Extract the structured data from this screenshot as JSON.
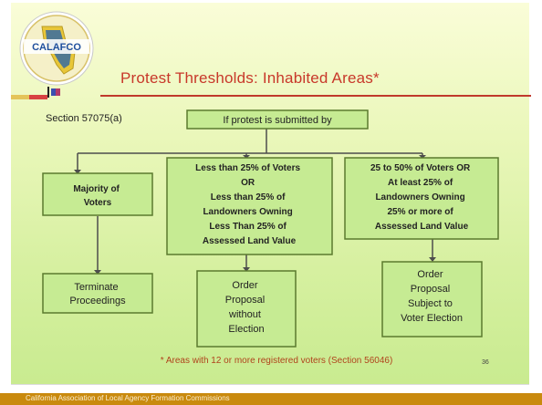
{
  "slide": {
    "title": "Protest Thresholds: Inhabited Areas*",
    "section_label": "Section 57075(a)",
    "top_box": "If protest is submitted by",
    "columns": [
      {
        "condition_lines": [
          "Majority of",
          "Voters"
        ],
        "outcome_lines": [
          "Terminate",
          "Proceedings"
        ]
      },
      {
        "condition_lines": [
          "Less than 25% of Voters",
          "OR",
          "Less than 25% of",
          "Landowners Owning",
          "Less Than 25% of",
          "Assessed Land Value"
        ],
        "outcome_lines": [
          "Order",
          "Proposal",
          "without",
          "Election"
        ]
      },
      {
        "condition_lines": [
          "25 to 50% of Voters OR",
          "At least 25% of",
          "Landowners Owning",
          "25% or more of",
          "Assessed Land Value"
        ],
        "outcome_lines": [
          "Order",
          "Proposal",
          "Subject to",
          "Voter Election"
        ]
      }
    ],
    "footnote": "* Areas with 12 or more registered voters (Section 56046)",
    "page_number": "36"
  },
  "logo": {
    "text": "CALAFCO"
  },
  "footer": {
    "text": "California Association of Local Agency Formation Commissions"
  },
  "colors": {
    "title": "#c8382a",
    "footer_bar": "#c98a0e",
    "box_border": "#5b7a2e",
    "connector": "#4d4d4d"
  }
}
